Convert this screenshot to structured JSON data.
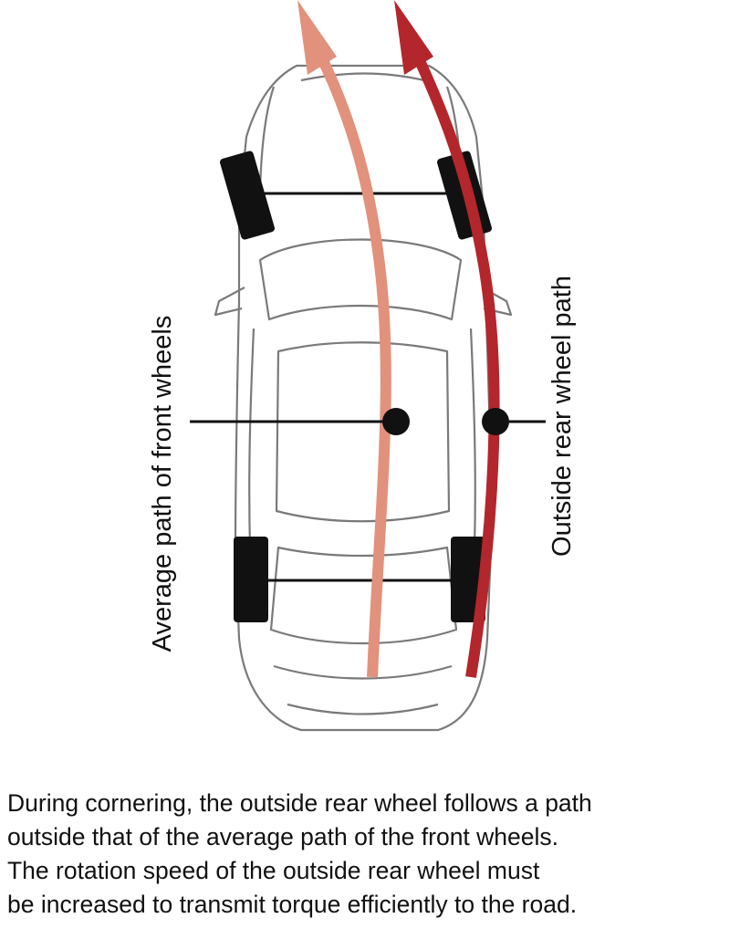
{
  "labels": {
    "average_path": "Average path of front wheels",
    "outside_path": "Outside rear wheel path"
  },
  "caption": [
    "During cornering, the outside rear wheel follows a path",
    "outside that of the average path of the front wheels.",
    "The rotation speed of the outside rear wheel must",
    "be increased to transmit torque efficiently to the road."
  ],
  "colors": {
    "average_path_arrow": "#e2917c",
    "outside_path_arrow": "#b3262b",
    "car_outline": "#7a7a7a",
    "wheels": "#111111"
  }
}
